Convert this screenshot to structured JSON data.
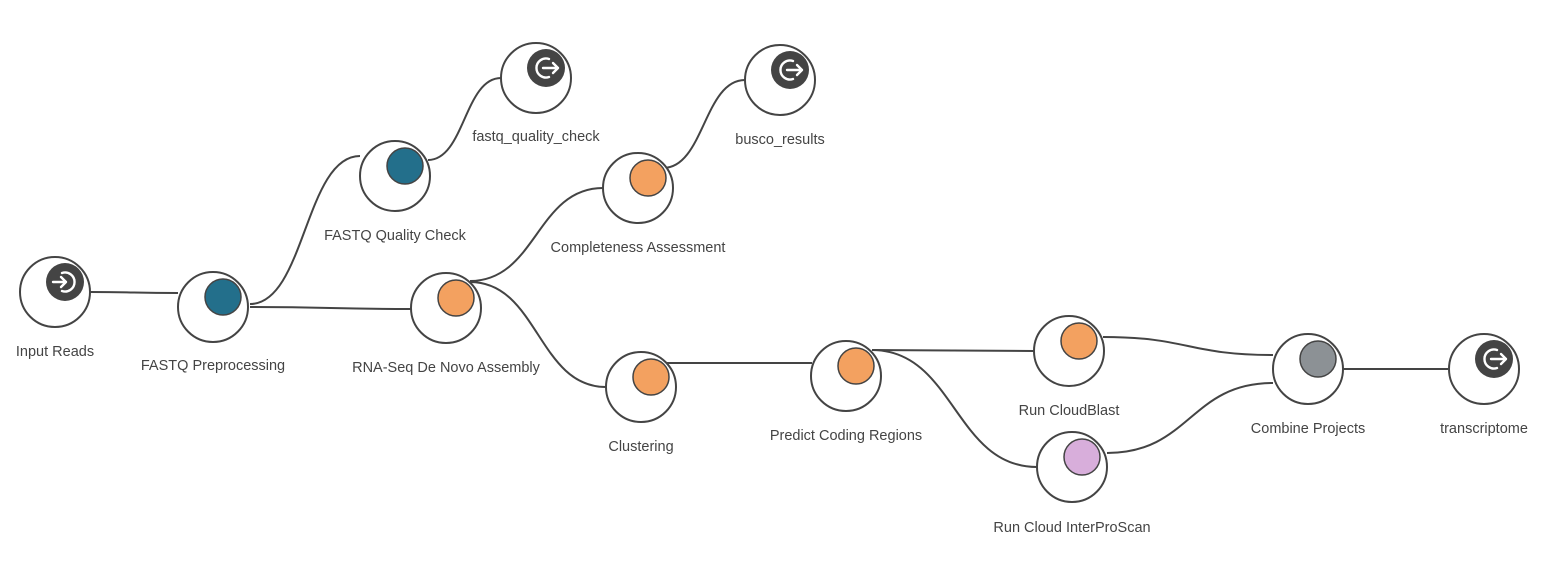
{
  "colors": {
    "edge": "#444444",
    "ring": "#ffffff",
    "label": "#444444",
    "io_icon": "#444444",
    "process_dark": "#236f8b",
    "process_orange": "#f3a160",
    "process_gray": "#8c9195",
    "process_violet": "#d8aedb"
  },
  "nodes": [
    {
      "id": "input_reads",
      "label": "Input Reads",
      "kind": "input",
      "icon": "log-in-icon"
    },
    {
      "id": "fastq_preprocessing",
      "label": "FASTQ Preprocessing",
      "kind": "process",
      "color": "#236f8b"
    },
    {
      "id": "fastq_quality_check",
      "label": "FASTQ Quality Check",
      "kind": "process",
      "color": "#236f8b"
    },
    {
      "id": "fastq_quality_check_out",
      "label": "fastq_quality_check",
      "kind": "output",
      "icon": "log-out-icon"
    },
    {
      "id": "rnaseq_assembly",
      "label": "RNA-Seq De Novo Assembly",
      "kind": "process",
      "color": "#f3a160"
    },
    {
      "id": "completeness",
      "label": "Completeness Assessment",
      "kind": "process",
      "color": "#f3a160"
    },
    {
      "id": "busco_results",
      "label": "busco_results",
      "kind": "output",
      "icon": "log-out-icon"
    },
    {
      "id": "clustering",
      "label": "Clustering",
      "kind": "process",
      "color": "#f3a160"
    },
    {
      "id": "predict_coding",
      "label": "Predict Coding Regions",
      "kind": "process",
      "color": "#f3a160"
    },
    {
      "id": "run_cloudblast",
      "label": "Run CloudBlast",
      "kind": "process",
      "color": "#f3a160"
    },
    {
      "id": "run_interproscan",
      "label": "Run Cloud InterProScan",
      "kind": "process",
      "color": "#d8aedb"
    },
    {
      "id": "combine_projects",
      "label": "Combine Projects",
      "kind": "process",
      "color": "#8c9195"
    },
    {
      "id": "transcriptome",
      "label": "transcriptome",
      "kind": "output",
      "icon": "log-out-icon"
    }
  ],
  "edges": [
    {
      "from": "input_reads",
      "to": "fastq_preprocessing"
    },
    {
      "from": "fastq_preprocessing",
      "to": "fastq_quality_check"
    },
    {
      "from": "fastq_preprocessing",
      "to": "rnaseq_assembly"
    },
    {
      "from": "fastq_quality_check",
      "to": "fastq_quality_check_out"
    },
    {
      "from": "rnaseq_assembly",
      "to": "completeness"
    },
    {
      "from": "rnaseq_assembly",
      "to": "clustering"
    },
    {
      "from": "completeness",
      "to": "busco_results"
    },
    {
      "from": "clustering",
      "to": "predict_coding"
    },
    {
      "from": "predict_coding",
      "to": "run_cloudblast"
    },
    {
      "from": "predict_coding",
      "to": "run_interproscan"
    },
    {
      "from": "run_cloudblast",
      "to": "combine_projects"
    },
    {
      "from": "run_interproscan",
      "to": "combine_projects"
    },
    {
      "from": "combine_projects",
      "to": "transcriptome"
    }
  ]
}
